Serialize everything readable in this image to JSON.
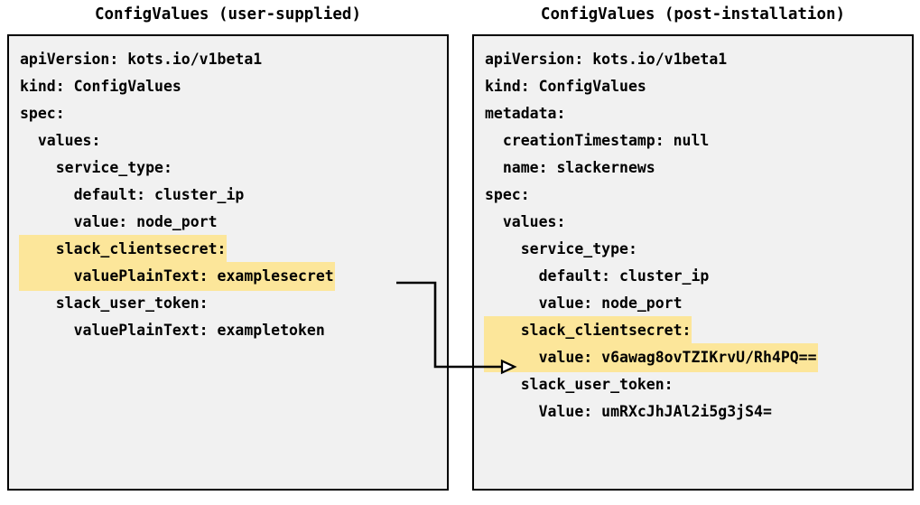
{
  "panels": [
    {
      "title": "ConfigValues (user-supplied)",
      "lines": [
        {
          "text": "apiVersion: kots.io/v1beta1",
          "highlight": false
        },
        {
          "text": "kind: ConfigValues",
          "highlight": false
        },
        {
          "text": "spec:",
          "highlight": false
        },
        {
          "text": "  values:",
          "highlight": false
        },
        {
          "text": "    service_type:",
          "highlight": false
        },
        {
          "text": "      default: cluster_ip",
          "highlight": false
        },
        {
          "text": "      value: node_port",
          "highlight": false
        },
        {
          "text": "    slack_clientsecret:",
          "highlight": true
        },
        {
          "text": "      valuePlainText: examplesecret",
          "highlight": true
        },
        {
          "text": "    slack_user_token:",
          "highlight": false
        },
        {
          "text": "      valuePlainText: exampletoken",
          "highlight": false
        }
      ]
    },
    {
      "title": "ConfigValues (post-installation)",
      "lines": [
        {
          "text": "apiVersion: kots.io/v1beta1",
          "highlight": false
        },
        {
          "text": "kind: ConfigValues",
          "highlight": false
        },
        {
          "text": "metadata:",
          "highlight": false
        },
        {
          "text": "  creationTimestamp: null",
          "highlight": false
        },
        {
          "text": "  name: slackernews",
          "highlight": false
        },
        {
          "text": "spec:",
          "highlight": false
        },
        {
          "text": "  values:",
          "highlight": false
        },
        {
          "text": "    service_type:",
          "highlight": false
        },
        {
          "text": "      default: cluster_ip",
          "highlight": false
        },
        {
          "text": "      value: node_port",
          "highlight": false
        },
        {
          "text": "    slack_clientsecret:",
          "highlight": true
        },
        {
          "text": "      value: v6awag8ovTZIKrvU/Rh4PQ==",
          "highlight": true
        },
        {
          "text": "    slack_user_token:",
          "highlight": false
        },
        {
          "text": "      Value: umRXcJhJAl2i5g3jS4=",
          "highlight": false
        }
      ]
    }
  ],
  "connector": {
    "name": "secret-transformation-arrow",
    "from_line": "valuePlainText: examplesecret",
    "to_line": "value: v6awag8ovTZIKrvU/Rh4PQ==",
    "color": "#000000"
  },
  "colors": {
    "highlight": "#fce69a",
    "box_fill": "#f1f1f1",
    "box_border": "#000000",
    "text": "#000000",
    "page_background": "#ffffff"
  }
}
